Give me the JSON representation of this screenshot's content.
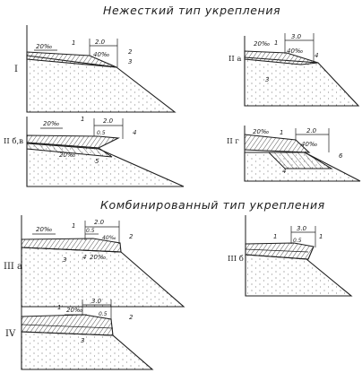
{
  "headings": {
    "rigid_free": "Нежесткий тип укрепления",
    "combined": "Комбинированный тип укрепления"
  },
  "panels": {
    "p_I": {
      "roman": "I",
      "slope": "20‰",
      "slope2": "40‰",
      "width": "2.0",
      "marks": [
        "1",
        "2",
        "3"
      ]
    },
    "p_IIa": {
      "roman": "II a",
      "slope": "20‰",
      "slope2": "40‰",
      "width": "3.0",
      "marks": [
        "1",
        "3",
        "4"
      ]
    },
    "p_IIbv": {
      "roman": "II б,в",
      "slope": "20‰",
      "slope2": "20‰",
      "width": "2.0",
      "sub": "0.5",
      "marks": [
        "1",
        "4",
        "5"
      ]
    },
    "p_IIg": {
      "roman": "II г",
      "slope": "20‰",
      "slope2": "40‰",
      "width": "2.0",
      "marks": [
        "1",
        "6",
        "4"
      ]
    },
    "p_IIIa": {
      "roman": "III a",
      "slope": "20‰",
      "slope2": "40‰",
      "slope3": "20‰",
      "width": "2.0",
      "sub": "0.5",
      "marks": [
        "1",
        "2",
        "3",
        "4"
      ]
    },
    "p_IIIb": {
      "roman": "III б",
      "width": "3.0",
      "sub": "0.5",
      "marks": [
        "1",
        "1"
      ]
    },
    "p_IV": {
      "roman": "IV",
      "slope": "20‰",
      "width": "3.0",
      "sub": "0.5",
      "marks": [
        "1",
        "3",
        "2"
      ]
    }
  }
}
